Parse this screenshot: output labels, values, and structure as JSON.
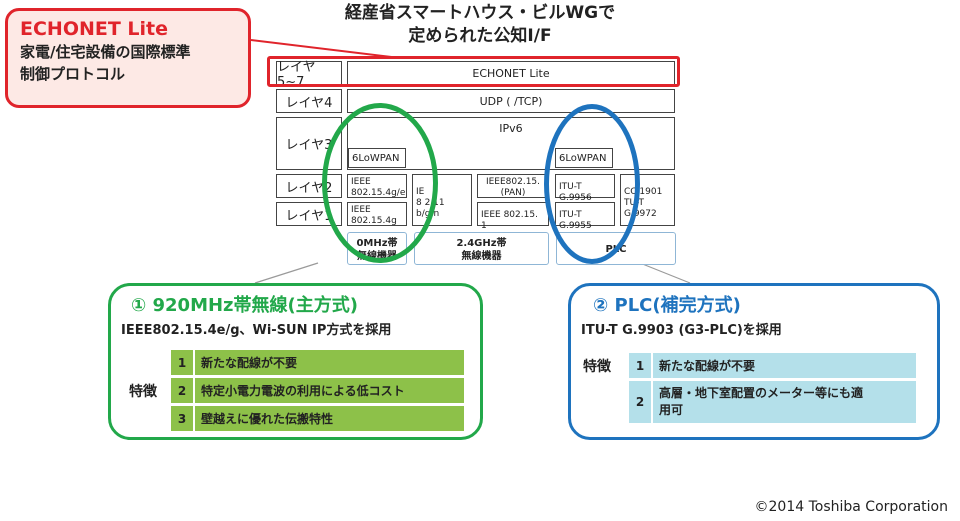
{
  "title": {
    "line1": "経産省スマートハウス・ビルWGで",
    "line2": "定められた公知I/F"
  },
  "echonet_callout": {
    "title": "ECHONET Lite",
    "line1": "家電/住宅設備の国際標準",
    "line2": "制御プロトコル"
  },
  "stack": {
    "layers": {
      "l57": "レイヤ5~7",
      "l4": "レイヤ4",
      "l3": "レイヤ3",
      "l2": "レイヤ2",
      "l1": "レイヤ1"
    },
    "echonet_lite": "ECHONET Lite",
    "udp_tcp": "UDP ( /TCP)",
    "ipv6": "IPv6",
    "sixlowpan_left": "6LoWPAN",
    "sixlowpan_right": "6LoWPAN",
    "ieee_154e_a": "IEEE",
    "ieee_154e_b": "802.15.4g/e",
    "ieee_154g_a": "IEEE",
    "ieee_154g_b": "802.15.4g",
    "ieee_wifi_a": "IE",
    "ieee_wifi_b": "8 2.11 b/g/n",
    "ieee_pan_a": "IEEE802.15.",
    "ieee_pan_b": "(PAN)",
    "ieee_l1": "IEEE 802.15.  1",
    "itu_9956": "ITU-T G.9956",
    "itu_9955": "ITU-T G.9955",
    "cc_1901_a": "CC 1901",
    "cc_1901_b": "TU-T G.9972",
    "medium_920_a": "0MHz帯",
    "medium_920_b": "無線機器",
    "medium_24_a": "2.4GHz帯",
    "medium_24_b": "無線機器",
    "medium_plc": "PLC"
  },
  "green_callout": {
    "title": "① 920MHz帯無線(主方式)",
    "subtitle": "IEEE802.15.4e/g、Wi-SUN IP方式を採用",
    "feature_label": "特徴",
    "features": [
      {
        "num": "1",
        "text": "新たな配線が不要"
      },
      {
        "num": "2",
        "text": "特定小電力電波の利用による低コスト"
      },
      {
        "num": "3",
        "text": "壁越えに優れた伝搬特性"
      }
    ]
  },
  "blue_callout": {
    "title": "② PLC(補完方式)",
    "subtitle": "ITU-T G.9903 (G3-PLC)を採用",
    "feature_label": "特徴",
    "features": [
      {
        "num": "1",
        "text": "新たな配線が不要"
      },
      {
        "num": "2",
        "text_line1": "高層・地下室配置のメーター等にも適",
        "text_line2": "用可"
      }
    ]
  },
  "copyright": "©2014 Toshiba Corporation",
  "colors": {
    "red": "#e0242b",
    "green": "#22a84a",
    "blue": "#1e73be",
    "feature_green": "#8dc149",
    "feature_blue": "#b4e0ea"
  }
}
